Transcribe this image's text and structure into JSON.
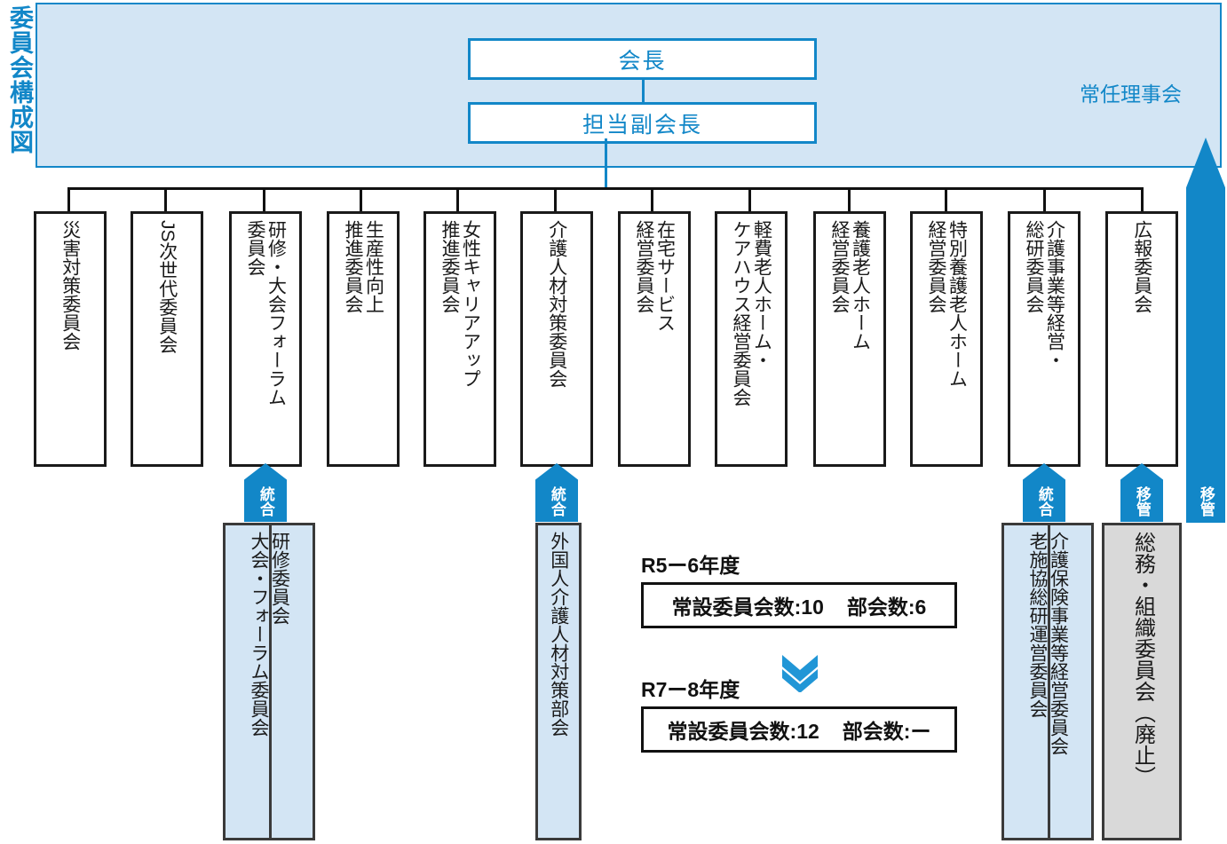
{
  "title": "委員会構成図",
  "colors": {
    "accent": "#1287c8",
    "panel_fill": "#d3e5f4",
    "sub_fill": "#d3e5f4",
    "gray_fill": "#d9d9d9",
    "line": "#111111"
  },
  "top_panel": {
    "label": "常任理事会",
    "chair": "会長",
    "vice_chair": "担当副会長"
  },
  "committees": [
    {
      "name": "災害対策委員会",
      "lines": [
        "災害対策委員会"
      ]
    },
    {
      "name": "JS次世代委員会",
      "lines": [
        "JS次世代委員会"
      ]
    },
    {
      "name": "研修・大会フォーラム委員会",
      "lines": [
        "研修・大会フォーラム",
        "委員会"
      ]
    },
    {
      "name": "生産性向上推進委員会",
      "lines": [
        "生産性向上",
        "推進委員会"
      ]
    },
    {
      "name": "女性キャリアアップ推進委員会",
      "lines": [
        "女性キャリアアップ",
        "推進委員会"
      ]
    },
    {
      "name": "介護人材対策委員会",
      "lines": [
        "介護人材対策委員会"
      ]
    },
    {
      "name": "在宅サービス経営委員会",
      "lines": [
        "在宅サービス",
        "経営委員会"
      ]
    },
    {
      "name": "軽費老人ホーム・ケアハウス経営委員会",
      "lines": [
        "軽費老人ホーム・",
        "ケアハウス経営委員会"
      ]
    },
    {
      "name": "養護老人ホーム経営委員会",
      "lines": [
        "養護老人ホーム",
        "経営委員会"
      ]
    },
    {
      "name": "特別養護老人ホーム経営委員会",
      "lines": [
        "特別養護老人ホーム",
        "経営委員会"
      ]
    },
    {
      "name": "介護事業等経営・総研委員会",
      "lines": [
        "介護事業等経営・",
        "総研委員会"
      ]
    },
    {
      "name": "広報委員会",
      "lines": [
        "広報委員会"
      ]
    }
  ],
  "badges": {
    "merge": "統合",
    "transfer": "移管"
  },
  "sub_groups": [
    {
      "badge": "統合",
      "boxes": [
        "研修委員会",
        "大会・フォーラム委員会"
      ]
    },
    {
      "badge": "統合",
      "boxes": [
        "外国人介護人材対策部会"
      ]
    },
    {
      "badge": "統合",
      "boxes": [
        "介護保険事業等経営委員会",
        "老施協総研運営委員会"
      ]
    },
    {
      "badge": "移管",
      "boxes": [
        "総務・組織委員会（廃止）"
      ]
    }
  ],
  "summary": {
    "before_label": "R5ー6年度",
    "before_value_left": "常設委員会数:10",
    "before_value_right": "部会数:6",
    "after_label": "R7ー8年度",
    "after_value_left": "常設委員会数:12",
    "after_value_right": "部会数:ー",
    "arrow_icon": "double-chevron-down-icon"
  }
}
